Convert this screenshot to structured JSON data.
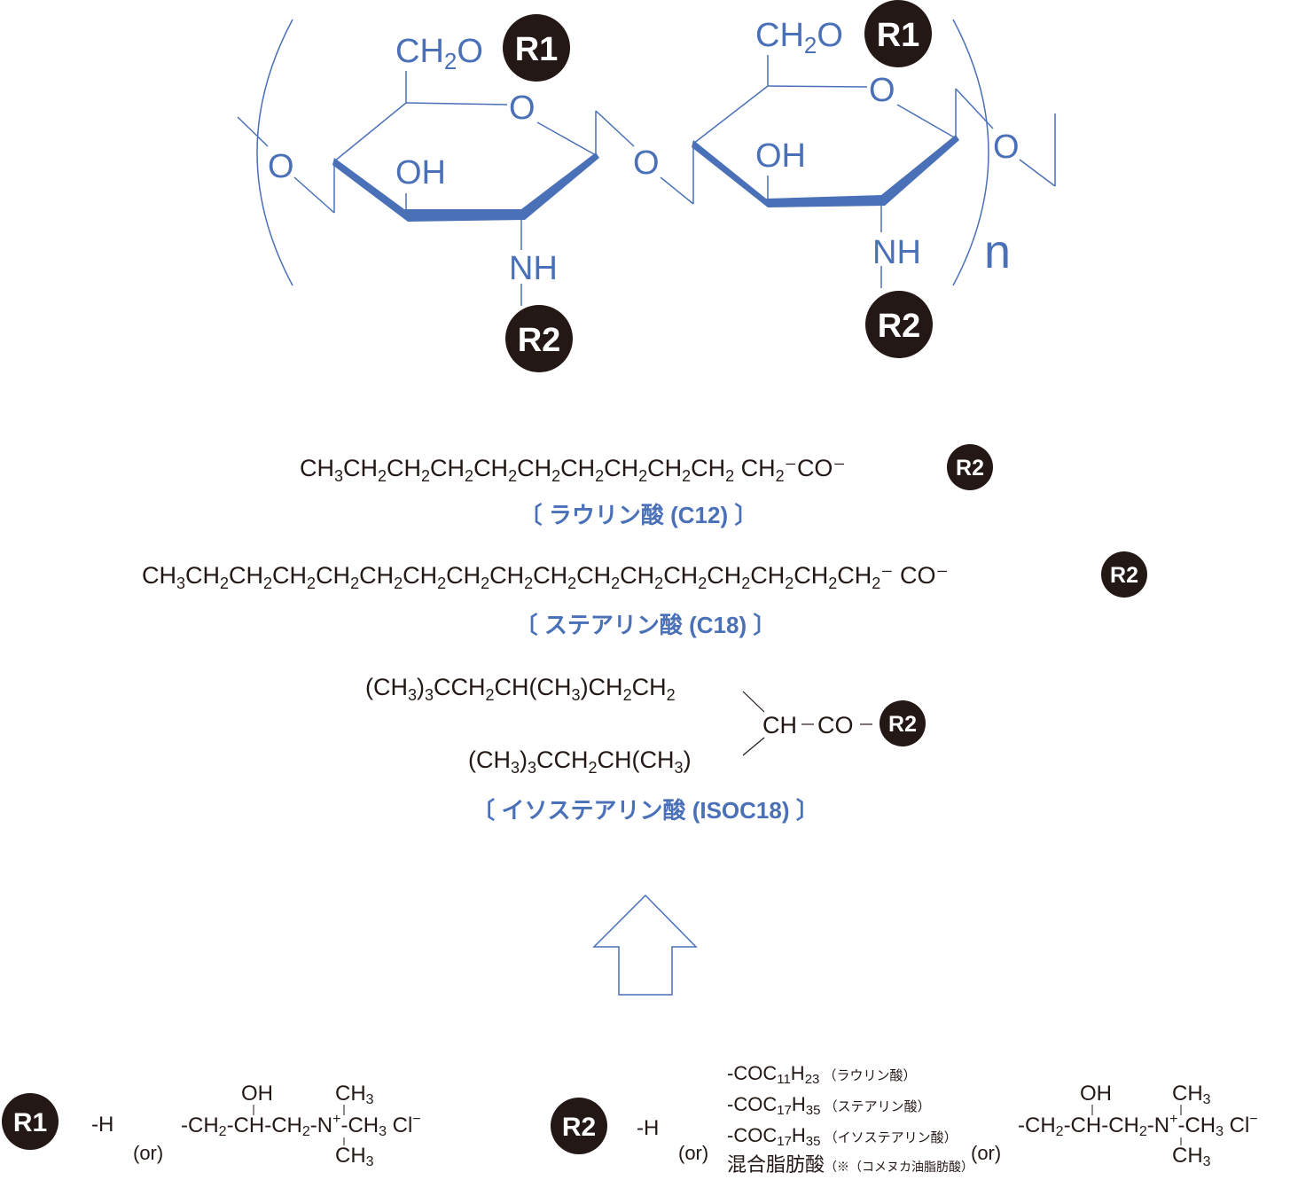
{
  "colors": {
    "structure": "#4a70b8",
    "badge": "#231815",
    "badge_text": "#ffffff",
    "text": "#231815"
  },
  "badges": {
    "r1": "R1",
    "r2": "R2"
  },
  "repeat_index": "n",
  "unit_left": {
    "ch2o_prefix": "CH",
    "ch2o_sub": "2",
    "ch2o_suffix": "O",
    "ring_oxygen": "O",
    "hydroxyl": "OH",
    "amine": "NH",
    "link_oxygen": "O"
  },
  "unit_right": {
    "ch2o_prefix": "CH",
    "ch2o_sub": "2",
    "ch2o_suffix": "O",
    "ring_oxygen": "O",
    "hydroxyl": "OH",
    "amine": "NH",
    "link_oxygen": "O",
    "end_oxygen": "O"
  },
  "fatty_acids": {
    "lauric": {
      "label": "〔 ラウリン酸 (C12) 〕",
      "ch2_count": 10,
      "connector": "CO"
    },
    "stearic": {
      "label": "〔 ステアリン酸 (C18) 〕",
      "ch2_count": 16,
      "connector": "CO"
    },
    "isostearic": {
      "label": "〔 イソステアリン酸 (ISOC18) 〕",
      "branch_upper": "(CH3)3CCH2CH(CH3)CH2CH2",
      "branch_lower": "(CH3)3CCH2CH(CH3)",
      "ch": "CH",
      "co": "CO"
    }
  },
  "substituents": {
    "r1": {
      "h_option": "-H",
      "or": "(or)",
      "chain": "-CH2-CH-CH2-N+-CH3 Cl-",
      "oh": "OH",
      "ch3_top": "CH3",
      "ch3_bottom": "CH3"
    },
    "r2": {
      "h_option": "-H",
      "or1": "(or)",
      "or2": "(or)",
      "options": [
        {
          "formula": "-COC11H23",
          "note": "（ラウリン酸）"
        },
        {
          "formula": "-COC17H35",
          "note": "（ステアリン酸）"
        },
        {
          "formula": "-COC17H35",
          "note": "（イソステアリン酸）"
        },
        {
          "formula": "混合脂肪酸",
          "note": "（※（コメヌカ油脂肪酸）"
        }
      ],
      "chain": "-CH2-CH-CH2-N+-CH3 Cl-",
      "oh": "OH",
      "ch3_top": "CH3",
      "ch3_bottom": "CH3"
    }
  }
}
